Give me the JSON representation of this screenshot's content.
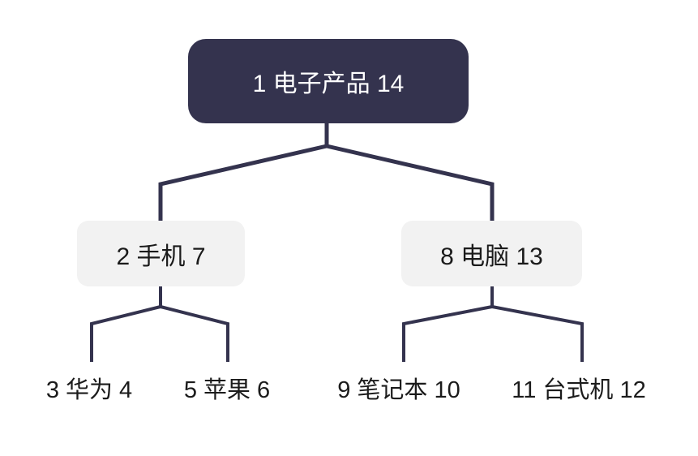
{
  "tree": {
    "root": {
      "label": "1 电子产品 14",
      "children": [
        {
          "label": "2 手机 7",
          "children": [
            {
              "label": "3 华为 4"
            },
            {
              "label": "5 苹果 6"
            }
          ]
        },
        {
          "label": "8 电脑 13",
          "children": [
            {
              "label": "9 笔记本 10"
            },
            {
              "label": "11 台式机 12"
            }
          ]
        }
      ]
    }
  },
  "colors": {
    "root_bg": "#34334E",
    "root_text": "#FFFFFF",
    "branch_bg": "#F2F2F2",
    "text": "#1B1B1B",
    "connector": "#34334E",
    "background": "#FFFFFF"
  }
}
